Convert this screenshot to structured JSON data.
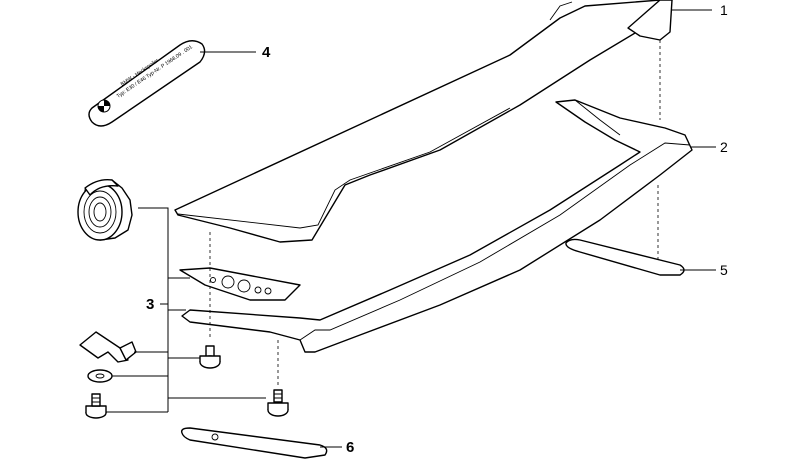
{
  "callouts": [
    {
      "label": "1"
    },
    {
      "label": "2"
    },
    {
      "label": "3"
    },
    {
      "label": "4"
    },
    {
      "label": "5"
    },
    {
      "label": "6"
    }
  ],
  "plate": {
    "line1": "BMW - Heckspoiler",
    "line2": "Typ: E30 / E46 Typ-Nr. P 1968.09 . 001"
  }
}
